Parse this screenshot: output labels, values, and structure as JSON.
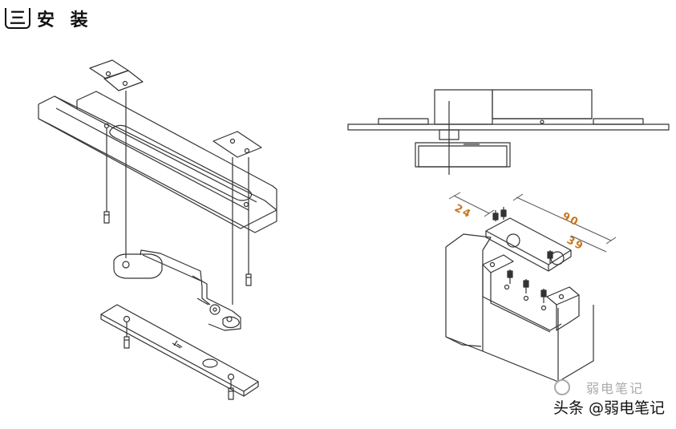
{
  "title": {
    "number": "三",
    "text": "安 装"
  },
  "dimensions": {
    "d24": "24",
    "d90": "90",
    "d39": "39"
  },
  "watermark": {
    "text": "头条 @弱电笔记",
    "ghost_text": "弱电笔记"
  },
  "colors": {
    "line": "#333333",
    "dimension": "#c9761a"
  }
}
